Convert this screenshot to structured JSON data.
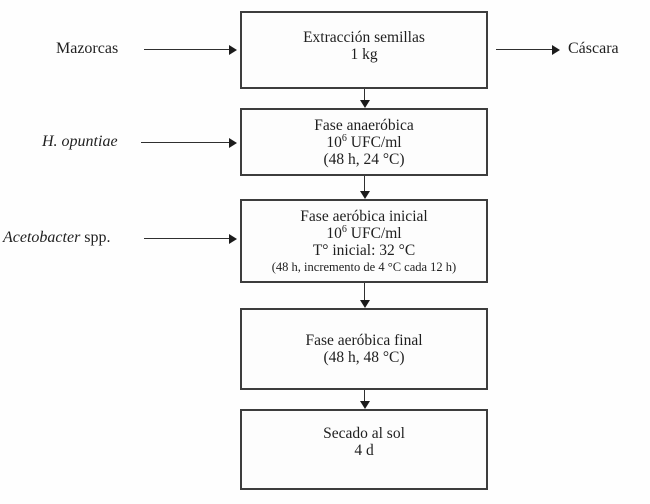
{
  "boxes": {
    "extraction": {
      "line1": "Extracción semillas",
      "line2": "1 kg"
    },
    "anaerobic": {
      "line1": "Fase anaeróbica",
      "conc_base": "10",
      "conc_sup": "6",
      "conc_rest": " UFC/ml",
      "line3": "(48 h, 24 °C)"
    },
    "aerobic_initial": {
      "line1": "Fase aeróbica inicial",
      "conc_base": "10",
      "conc_sup": "6",
      "conc_rest": " UFC/ml",
      "line3": "T° inicial: 32 °C",
      "line4": "(48 h, incremento de 4 °C cada 12 h)"
    },
    "aerobic_final": {
      "line1": "Fase aeróbica final",
      "line2": "(48 h, 48 °C)"
    },
    "sun_drying": {
      "line1": "Secado al sol",
      "line2": "4 d"
    }
  },
  "labels": {
    "mazorcas": "Mazorcas",
    "h_opuntiae": "H. opuntiae",
    "acetobacter_genus": "Acetobacter",
    "acetobacter_spp": " spp.",
    "cascara": "Cáscara"
  },
  "colors": {
    "box_border": "#3d3d3d",
    "arrow": "#1c1c1c",
    "text": "#1f1f1f",
    "background": "#fefefe"
  }
}
